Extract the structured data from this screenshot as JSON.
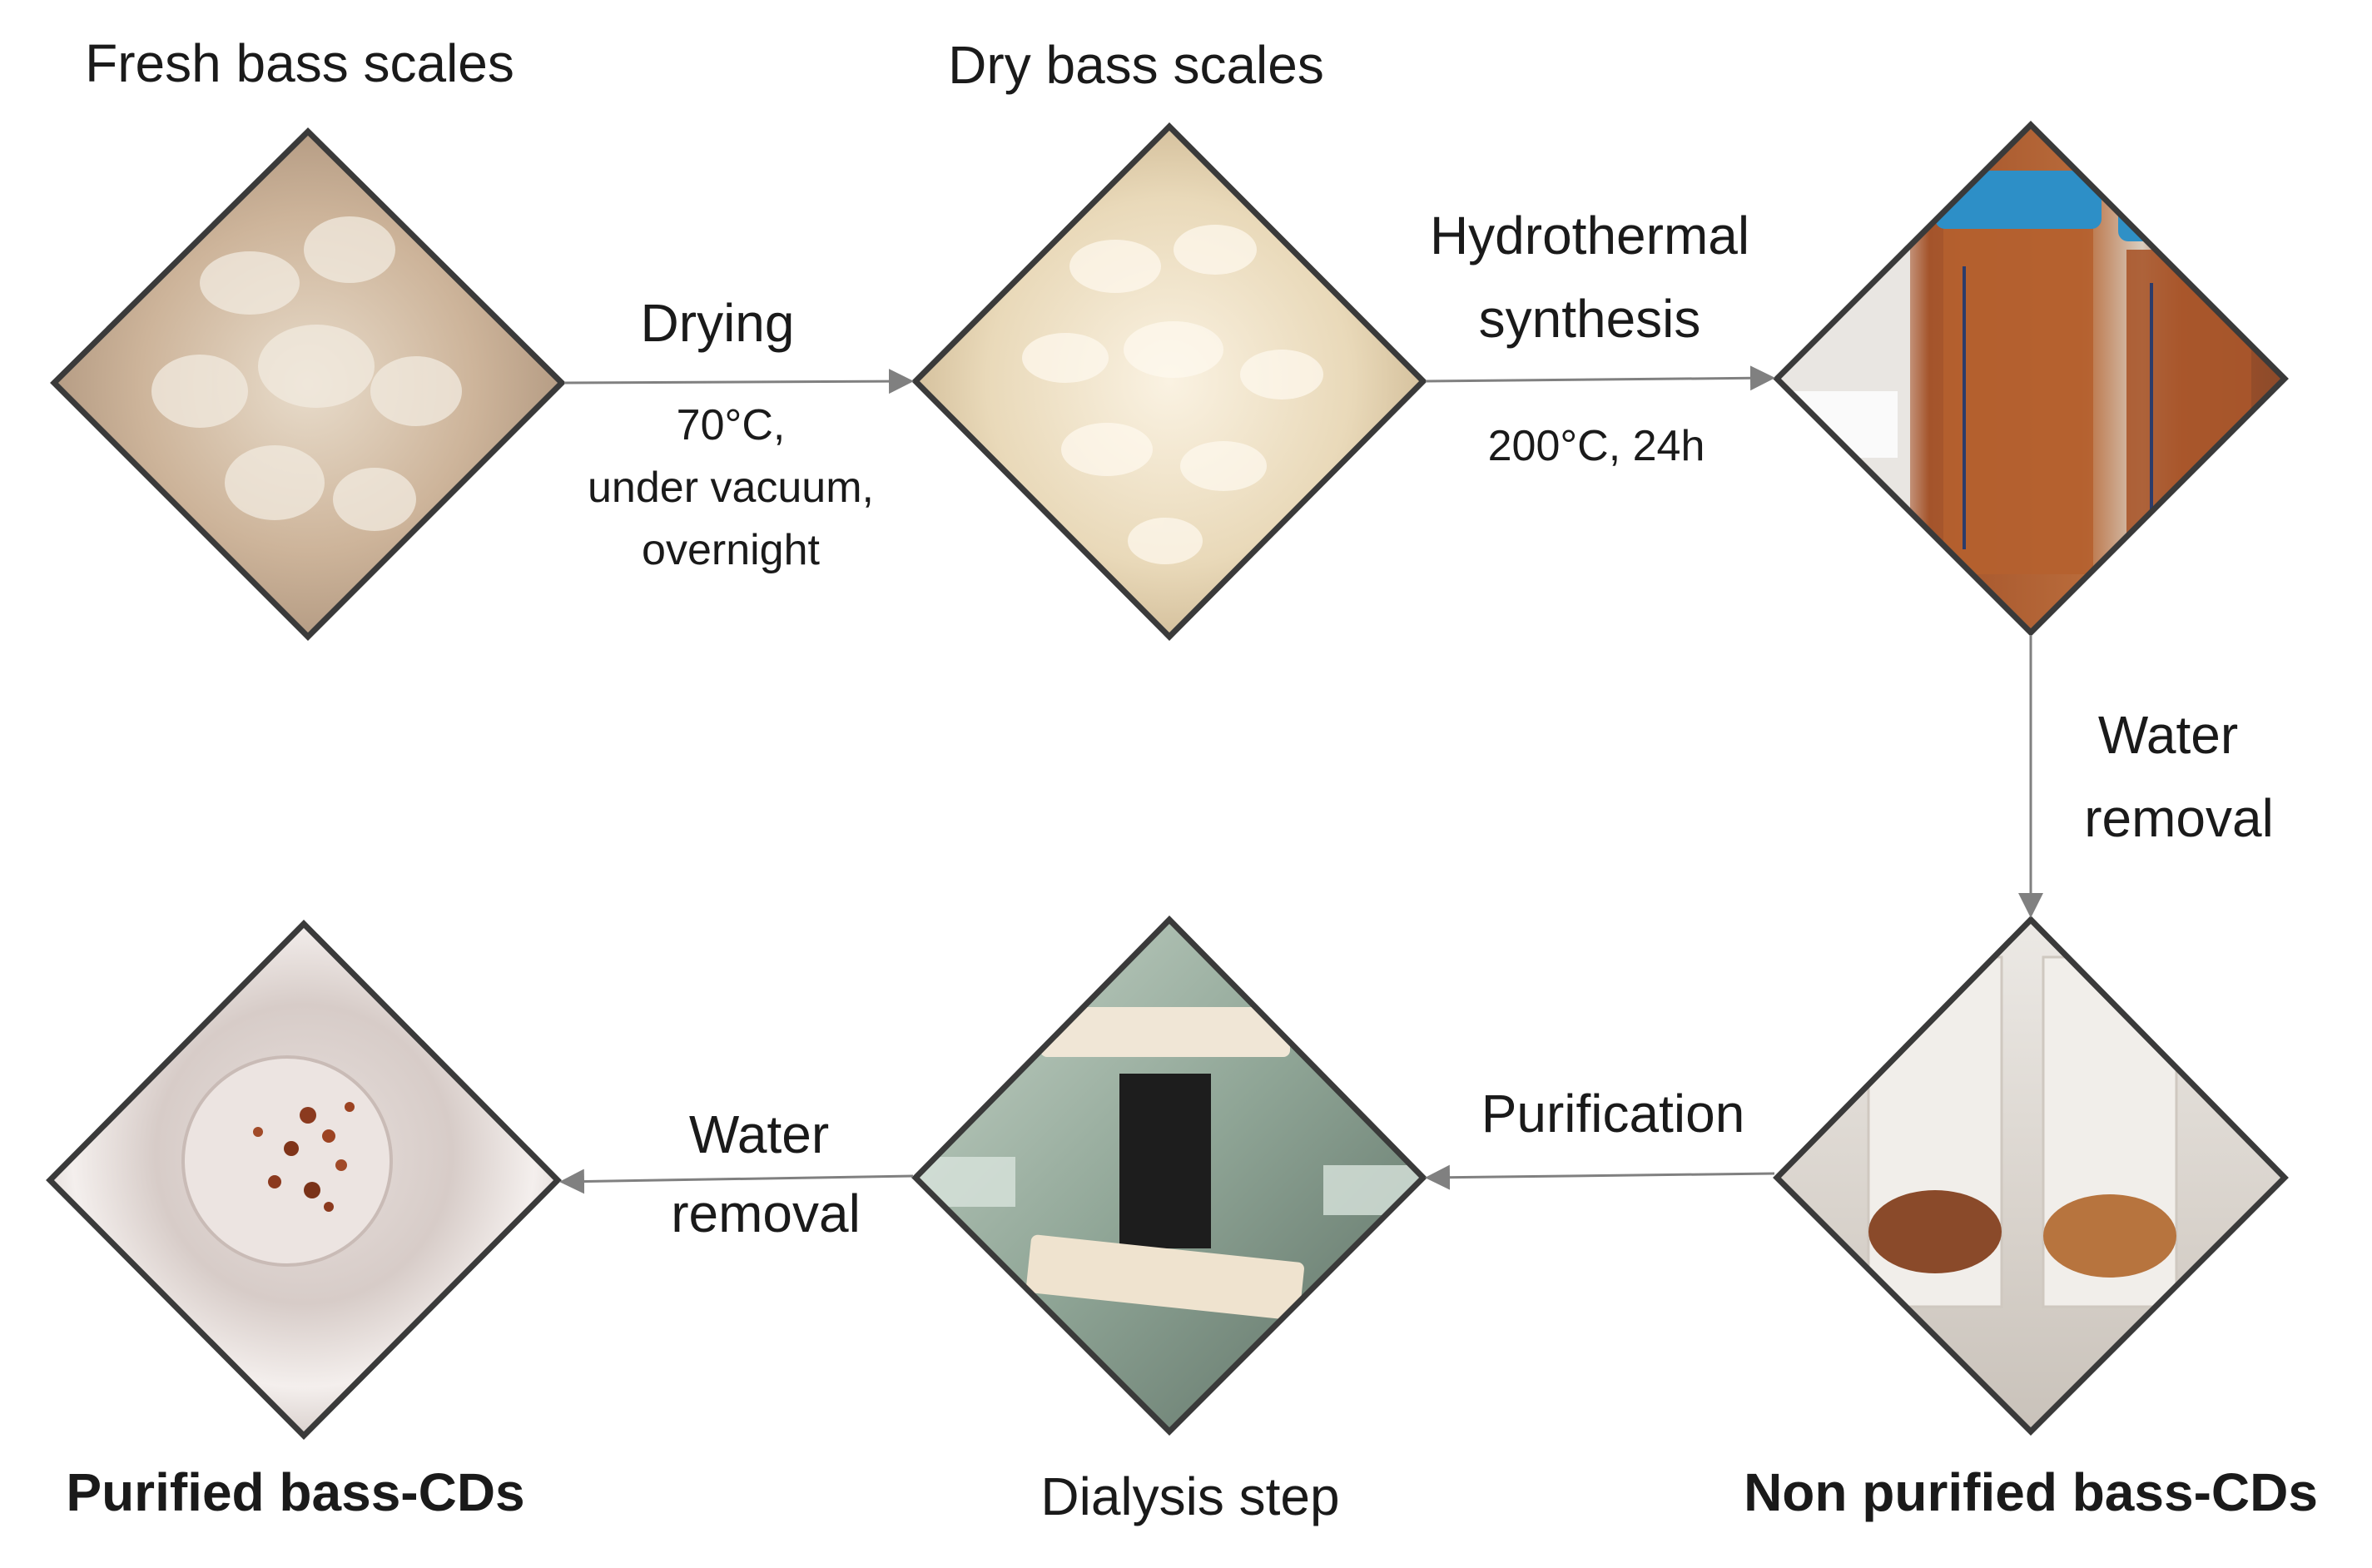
{
  "nodes": [
    {
      "id": "fresh",
      "label": "Fresh bass scales"
    },
    {
      "id": "dry",
      "label": "Dry bass scales"
    },
    {
      "id": "hydro",
      "label": ""
    },
    {
      "id": "nonpurified",
      "label": "Non purified bass-CDs"
    },
    {
      "id": "dialysis",
      "label": "Dialysis step"
    },
    {
      "id": "purified",
      "label": "Purified bass-CDs"
    }
  ],
  "steps": [
    {
      "from": "fresh",
      "to": "dry",
      "label": "Drying",
      "conditions": [
        "70°C,",
        "under vacuum,",
        "overnight"
      ]
    },
    {
      "from": "dry",
      "to": "hydro",
      "label_lines": [
        "Hydrothermal",
        "synthesis"
      ],
      "conditions": [
        "200°C, 24h"
      ]
    },
    {
      "from": "hydro",
      "to": "nonpurified",
      "label_lines": [
        "Water",
        "removal"
      ]
    },
    {
      "from": "nonpurified",
      "to": "dialysis",
      "label": "Purification"
    },
    {
      "from": "dialysis",
      "to": "purified",
      "label_lines": [
        "Water",
        "removal"
      ]
    }
  ],
  "colors": {
    "border": "#3a3a3a",
    "arrow": "#808080"
  }
}
